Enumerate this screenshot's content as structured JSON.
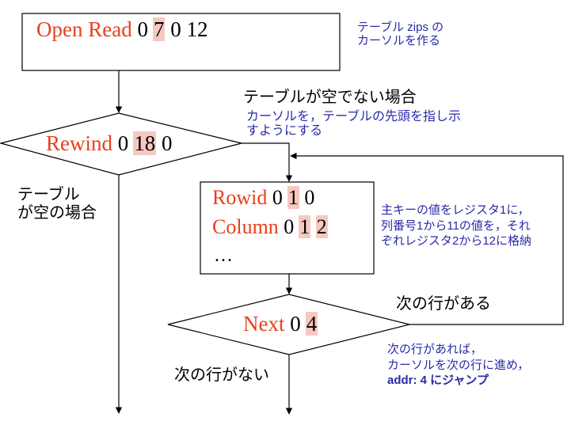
{
  "colors": {
    "opcode": "#e8401c",
    "highlight": "#f7c8c0",
    "note": "#2a2aa8",
    "line": "#000000"
  },
  "nodes": {
    "open_read": {
      "opcode": "Open Read",
      "p1": "0",
      "p2": "7",
      "p3": "0",
      "p4": "12"
    },
    "rewind": {
      "opcode": "Rewind",
      "p1": "0",
      "p2": "18",
      "p3": "0"
    },
    "loop_body": {
      "line1": {
        "opcode": "Rowid",
        "p1": "0",
        "p2": "1",
        "p3": "0"
      },
      "line2": {
        "opcode": "Column",
        "p1": "0",
        "p2": "1",
        "p3": "2"
      },
      "line3": "…"
    },
    "next": {
      "opcode": "Next",
      "p1": "0",
      "p2": "4"
    }
  },
  "notes": {
    "open_read": [
      "テーブル zips の",
      "カーソルを作る"
    ],
    "rewind_title": "テーブルが空でない場合",
    "rewind_desc": [
      "カーソルを，テーブルの先頭を指し示",
      "すようにする"
    ],
    "table_empty": [
      "テーブル",
      "が空の場合"
    ],
    "loop_body": [
      "主キーの値をレジスタ1に，",
      "列番号1から11の値を，それ",
      "ぞれレジスタ2から12に格納"
    ],
    "next_exists": "次の行がある",
    "next_none": "次の行がない",
    "next_desc": [
      "次の行があれば，",
      "カーソルを次の行に進め，",
      "addr: 4 にジャンプ"
    ]
  }
}
